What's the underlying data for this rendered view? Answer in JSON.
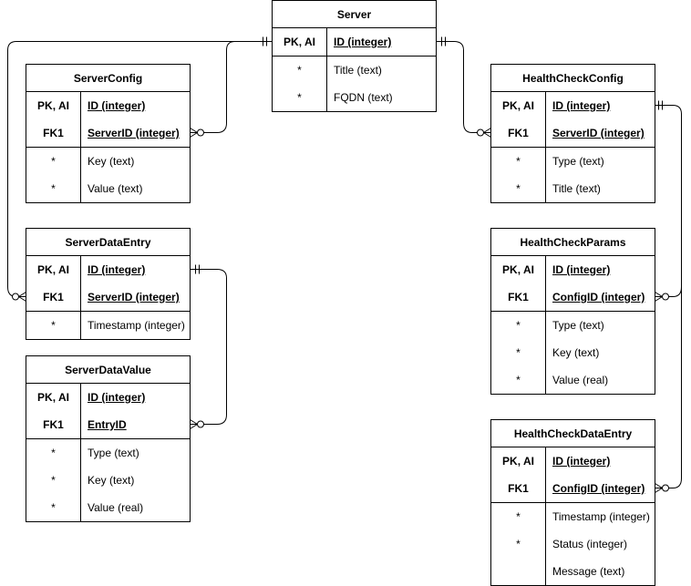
{
  "entities": {
    "server": {
      "title": "Server",
      "key_rows": [
        {
          "key": "PK,  AI",
          "field": "ID (integer)"
        }
      ],
      "attr_rows": [
        {
          "key": "*",
          "field": "Title (text)"
        },
        {
          "key": "*",
          "field": "FQDN (text)"
        }
      ]
    },
    "server_config": {
      "title": "ServerConfig",
      "key_rows": [
        {
          "key": "PK, AI",
          "field": "ID (integer)"
        },
        {
          "key": "FK1",
          "field": "ServerID (integer)"
        }
      ],
      "attr_rows": [
        {
          "key": "*",
          "field": "Key (text)"
        },
        {
          "key": "*",
          "field": "Value (text)"
        }
      ]
    },
    "server_data_entry": {
      "title": "ServerDataEntry",
      "key_rows": [
        {
          "key": "PK, AI",
          "field": "ID (integer)"
        },
        {
          "key": "FK1",
          "field": "ServerID (integer)"
        }
      ],
      "attr_rows": [
        {
          "key": "*",
          "field": "Timestamp (integer)"
        }
      ]
    },
    "server_data_value": {
      "title": "ServerDataValue",
      "key_rows": [
        {
          "key": "PK, AI",
          "field": "ID (integer)"
        },
        {
          "key": "FK1",
          "field": "EntryID"
        }
      ],
      "attr_rows": [
        {
          "key": "*",
          "field": "Type (text)"
        },
        {
          "key": "*",
          "field": "Key (text)"
        },
        {
          "key": "*",
          "field": "Value (real)"
        }
      ]
    },
    "health_check_config": {
      "title": "HealthCheckConfig",
      "key_rows": [
        {
          "key": "PK, AI",
          "field": "ID (integer)"
        },
        {
          "key": "FK1",
          "field": "ServerID (integer)"
        }
      ],
      "attr_rows": [
        {
          "key": "*",
          "field": "Type (text)"
        },
        {
          "key": "*",
          "field": "Title (text)"
        }
      ]
    },
    "health_check_params": {
      "title": "HealthCheckParams",
      "key_rows": [
        {
          "key": "PK, AI",
          "field": "ID (integer)"
        },
        {
          "key": "FK1",
          "field": "ConfigID (integer)"
        }
      ],
      "attr_rows": [
        {
          "key": "*",
          "field": "Type (text)"
        },
        {
          "key": "*",
          "field": "Key (text)"
        },
        {
          "key": "*",
          "field": "Value (real)"
        }
      ]
    },
    "health_check_data_entry": {
      "title": "HealthCheckDataEntry",
      "key_rows": [
        {
          "key": "PK, AI",
          "field": "ID (integer)"
        },
        {
          "key": "FK1",
          "field": "ConfigID (integer)"
        }
      ],
      "attr_rows": [
        {
          "key": "*",
          "field": "Timestamp (integer)"
        },
        {
          "key": "*",
          "field": "Status (integer)"
        },
        {
          "key": "",
          "field": "Message (text)"
        }
      ]
    }
  }
}
